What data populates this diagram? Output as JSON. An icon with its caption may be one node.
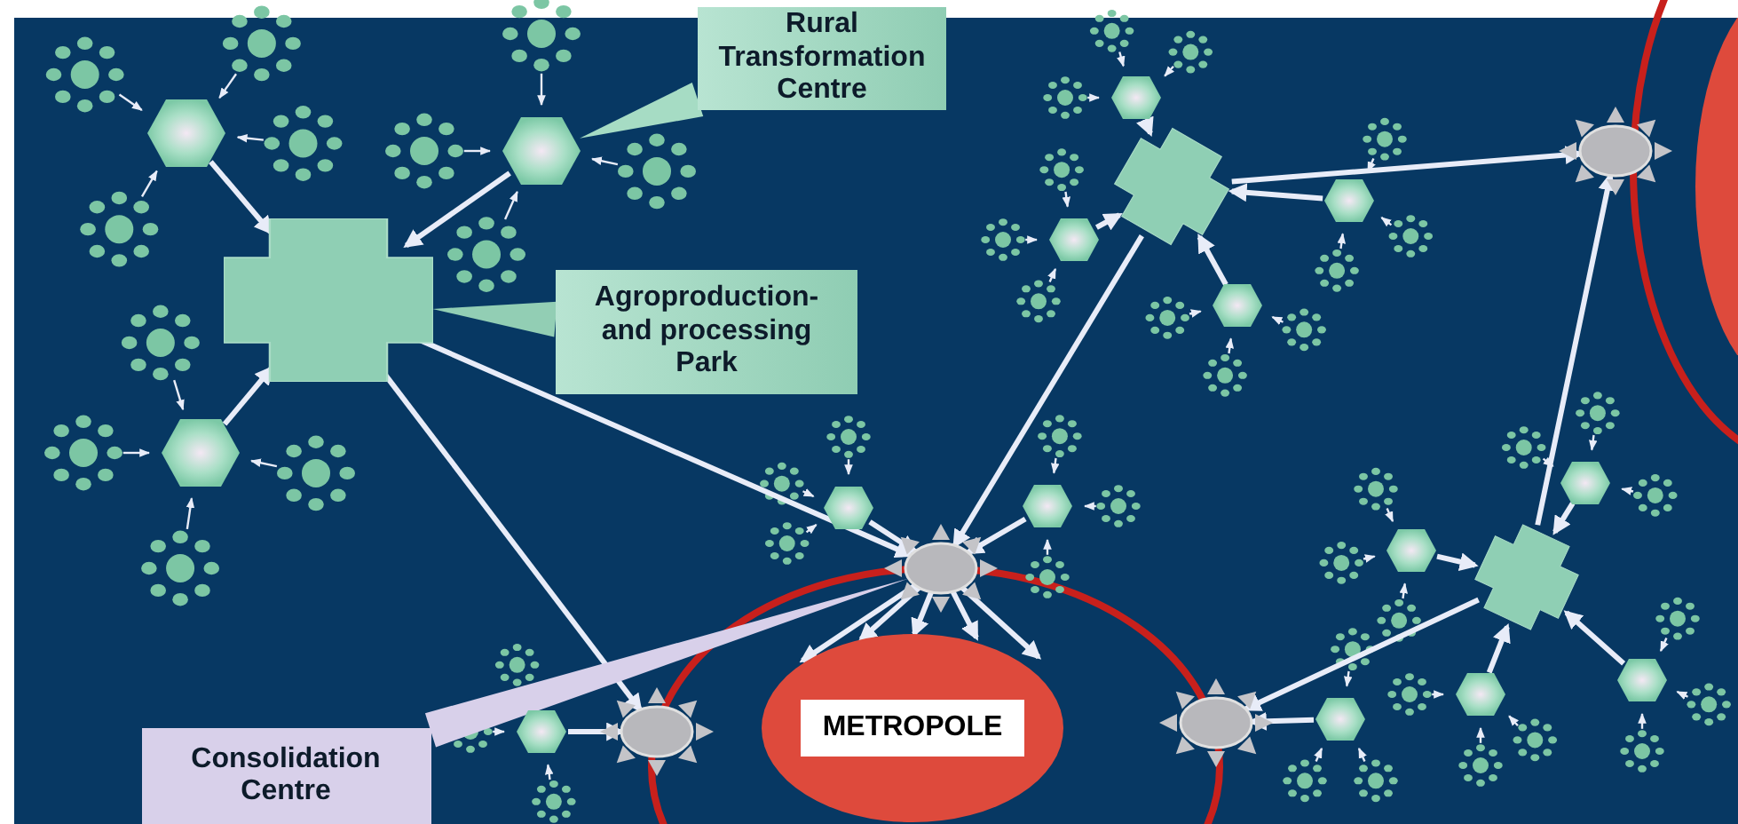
{
  "diagram": {
    "nodes": [
      {
        "text": [],
        "shape": "hexagon"
      },
      {
        "text": [],
        "shape": "hexagon"
      },
      {
        "text": [
          "Rural Transformation Centre"
        ]
      },
      {
        "text": [],
        "shape": "hexagon"
      },
      {
        "text": [],
        "shape": "circle"
      },
      {
        "text": [],
        "shape": "ellipse"
      },
      {
        "text": [],
        "shape": "cross"
      },
      {
        "text": [],
        "shape": "hexagon"
      },
      {
        "text": [],
        "shape": "hexagon"
      },
      {
        "text": [],
        "shape": "cross"
      },
      {
        "text": [
          "Agroproduction- and processing Park"
        ]
      },
      {
        "text": [],
        "shape": "hexagon"
      },
      {
        "text": [],
        "shape": "hexagon"
      },
      {
        "text": [],
        "shape": "hexagon"
      },
      {
        "text": [],
        "shape": "hexagon"
      },
      {
        "text": [],
        "shape": "hexagon"
      },
      {
        "text": [],
        "shape": "circle"
      },
      {
        "text": [],
        "shape": "hexagon"
      },
      {
        "text": [],
        "shape": "cross"
      },
      {
        "text": [],
        "shape": "hexagon"
      },
      {
        "text": [],
        "shape": "hexagon"
      },
      {
        "text": [
          "METROPOLE"
        ]
      },
      {
        "text": [],
        "shape": "hexagon"
      },
      {
        "text": [],
        "shape": "circle"
      },
      {
        "text": [],
        "shape": "circle"
      },
      {
        "text": [],
        "shape": "hexagon"
      },
      {
        "text": [
          "Consolidation Centre"
        ]
      }
    ],
    "edges": [
      {
        "from": 0,
        "to": 9,
        "arrow": "to"
      },
      {
        "from": 1,
        "to": 9,
        "arrow": "to"
      },
      {
        "from": 12,
        "to": 9,
        "arrow": "to"
      },
      {
        "from": 9,
        "to": 16,
        "arrow": "to"
      },
      {
        "from": 9,
        "to": 23,
        "arrow": "to"
      },
      {
        "from": 3,
        "to": 6,
        "arrow": "to"
      },
      {
        "from": 7,
        "to": 6,
        "arrow": "to"
      },
      {
        "from": 8,
        "to": 6,
        "arrow": "to"
      },
      {
        "from": 11,
        "to": 6,
        "arrow": "to"
      },
      {
        "from": 6,
        "to": 4,
        "arrow": "to"
      },
      {
        "from": 6,
        "to": 16,
        "arrow": "to"
      },
      {
        "from": 18,
        "to": 4,
        "arrow": "to"
      },
      {
        "from": 18,
        "to": 24,
        "arrow": "to"
      },
      {
        "from": 17,
        "to": 18,
        "arrow": "to"
      },
      {
        "from": 13,
        "to": 18,
        "arrow": "to"
      },
      {
        "from": 19,
        "to": 18,
        "arrow": "to"
      },
      {
        "from": 20,
        "to": 18,
        "arrow": "to"
      },
      {
        "from": 14,
        "to": 16,
        "arrow": "to"
      },
      {
        "from": 15,
        "to": 16,
        "arrow": "to"
      },
      {
        "from": 22,
        "to": 23,
        "arrow": "to"
      },
      {
        "from": 25,
        "to": 24,
        "arrow": "to"
      },
      {
        "from": 16,
        "to": 21,
        "arrow": "to"
      },
      {
        "from": 16,
        "to": 21,
        "arrow": "to"
      },
      {
        "from": 16,
        "to": 21,
        "arrow": "to"
      },
      {
        "from": 16,
        "to": 21,
        "arrow": "to"
      },
      {
        "from": 16,
        "to": 21,
        "arrow": "to"
      },
      {
        "from": 2,
        "to": 1,
        "arrow": "none",
        "color": "#a6dcc4"
      },
      {
        "from": 10,
        "to": 9,
        "arrow": "none",
        "color": "#92ceb4"
      },
      {
        "from": 26,
        "to": 16,
        "arrow": "none",
        "color": "#d8d0ea"
      }
    ]
  }
}
